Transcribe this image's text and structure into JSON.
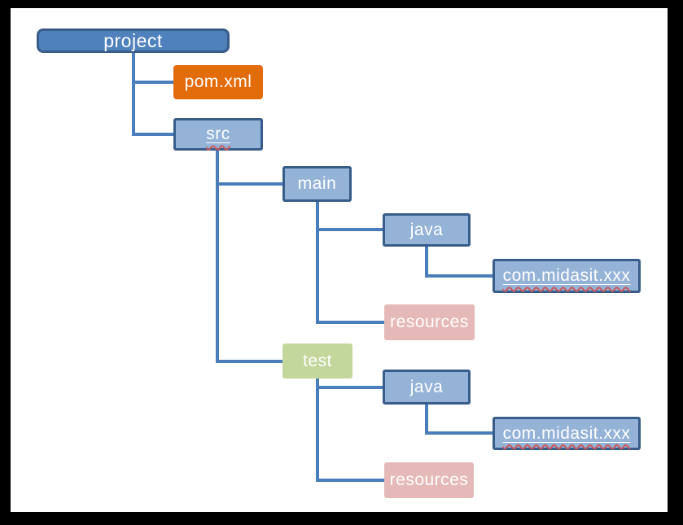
{
  "diagram": {
    "nodes": [
      {
        "id": "project",
        "label": "project",
        "style": "root-blue",
        "spellcheck_squiggle": false
      },
      {
        "id": "pom-xml",
        "label": "pom.xml",
        "style": "orange",
        "spellcheck_squiggle": false
      },
      {
        "id": "src",
        "label": "src",
        "style": "light-blue",
        "spellcheck_squiggle": true
      },
      {
        "id": "main",
        "label": "main",
        "style": "light-blue",
        "spellcheck_squiggle": false
      },
      {
        "id": "main-java",
        "label": "java",
        "style": "light-blue",
        "spellcheck_squiggle": false
      },
      {
        "id": "main-package",
        "label": "com.midasit.xxx",
        "style": "light-blue",
        "spellcheck_squiggle": true
      },
      {
        "id": "main-resources",
        "label": "resources",
        "style": "pink",
        "spellcheck_squiggle": false
      },
      {
        "id": "test",
        "label": "test",
        "style": "green",
        "spellcheck_squiggle": false
      },
      {
        "id": "test-java",
        "label": "java",
        "style": "light-blue",
        "spellcheck_squiggle": false
      },
      {
        "id": "test-package",
        "label": "com.midasit.xxx",
        "style": "light-blue",
        "spellcheck_squiggle": true
      },
      {
        "id": "test-resources",
        "label": "resources",
        "style": "pink",
        "spellcheck_squiggle": false
      }
    ],
    "edges": [
      {
        "from": "project",
        "to": "pom-xml"
      },
      {
        "from": "project",
        "to": "src"
      },
      {
        "from": "src",
        "to": "main"
      },
      {
        "from": "src",
        "to": "test"
      },
      {
        "from": "main",
        "to": "main-java"
      },
      {
        "from": "main",
        "to": "main-resources"
      },
      {
        "from": "main-java",
        "to": "main-package"
      },
      {
        "from": "test",
        "to": "test-java"
      },
      {
        "from": "test",
        "to": "test-resources"
      },
      {
        "from": "test-java",
        "to": "test-package"
      }
    ],
    "colors": {
      "frame_border": "#000000",
      "canvas_background": "#ffffff",
      "root_fill": "#4f81bd",
      "blue_fill": "#95b3d7",
      "blue_border": "#385d8a",
      "orange_fill": "#e36c0a",
      "green_fill": "#c3d69b",
      "pink_fill": "#e5b9b7",
      "connector": "#4a7ebb",
      "text": "#ffffff",
      "squiggle": "#c9595d"
    }
  }
}
